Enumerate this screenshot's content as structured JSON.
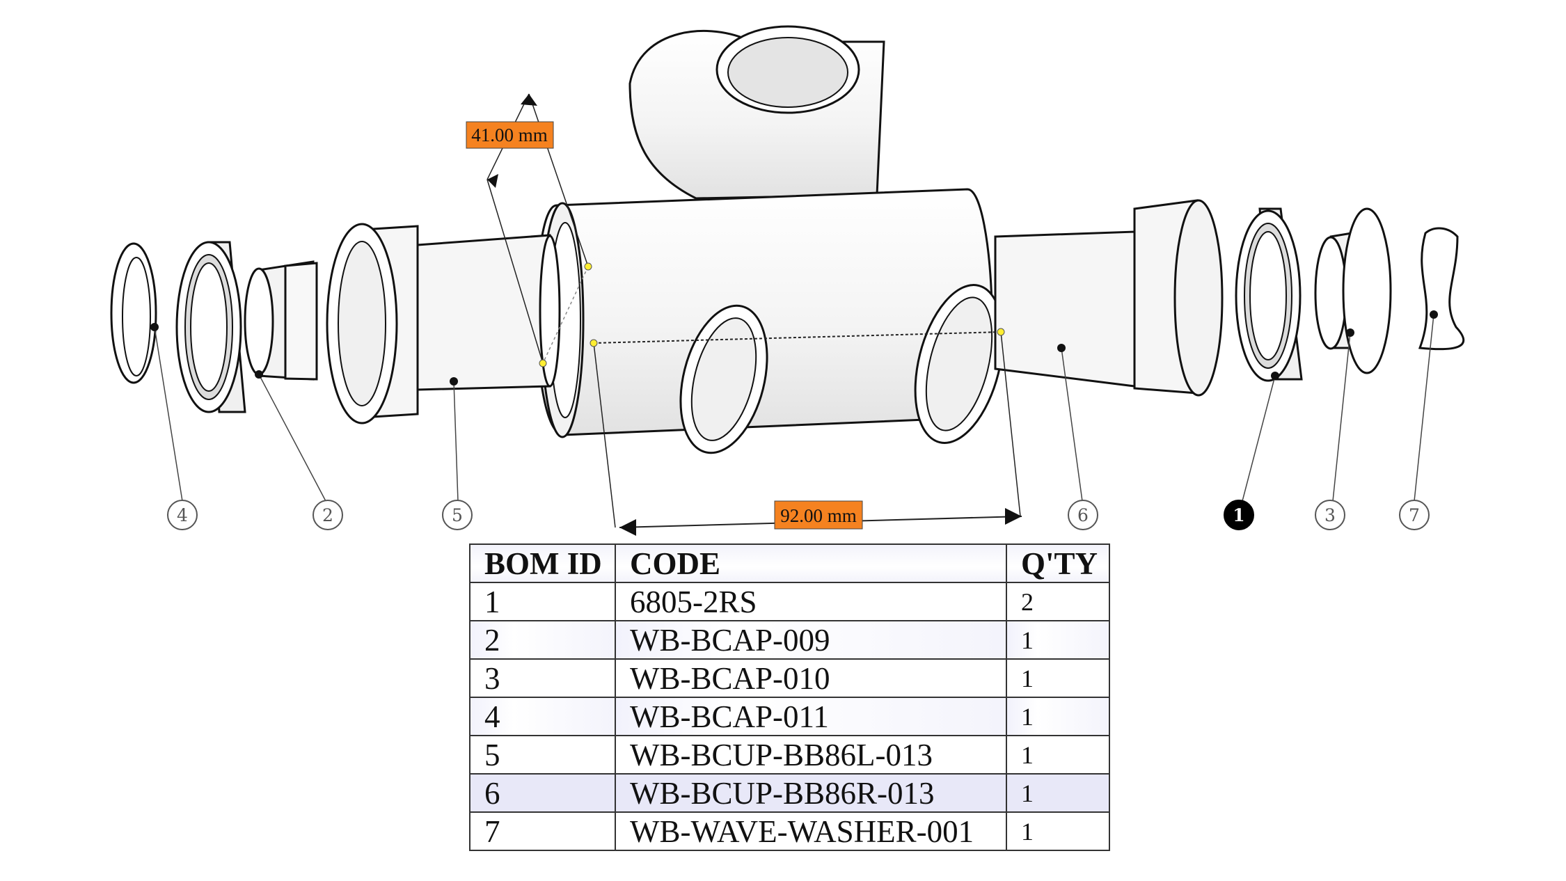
{
  "diagram": {
    "callouts": [
      {
        "id": "4",
        "active": false
      },
      {
        "id": "2",
        "active": false
      },
      {
        "id": "5",
        "active": false
      },
      {
        "id": "6",
        "active": false
      },
      {
        "id": "1",
        "active": true
      },
      {
        "id": "3",
        "active": false
      },
      {
        "id": "7",
        "active": false
      }
    ],
    "dimensions": {
      "diameter": "41.00 mm",
      "width": "92.00 mm"
    },
    "colors": {
      "dimension_fill": "#f58220",
      "point_marker": "#ffee33",
      "active_callout": "#000000",
      "part_shade": "#e6e6e6"
    }
  },
  "bom": {
    "headers": {
      "id": "BOM ID",
      "code": "CODE",
      "qty": "Q'TY"
    },
    "rows": [
      {
        "id": "1",
        "code": "6805-2RS",
        "qty": "2"
      },
      {
        "id": "2",
        "code": "WB-BCAP-009",
        "qty": "1"
      },
      {
        "id": "3",
        "code": "WB-BCAP-010",
        "qty": "1"
      },
      {
        "id": "4",
        "code": "WB-BCAP-011",
        "qty": "1"
      },
      {
        "id": "5",
        "code": "WB-BCUP-BB86L-013",
        "qty": "1"
      },
      {
        "id": "6",
        "code": "WB-BCUP-BB86R-013",
        "qty": "1"
      },
      {
        "id": "7",
        "code": "WB-WAVE-WASHER-001",
        "qty": "1"
      }
    ]
  }
}
